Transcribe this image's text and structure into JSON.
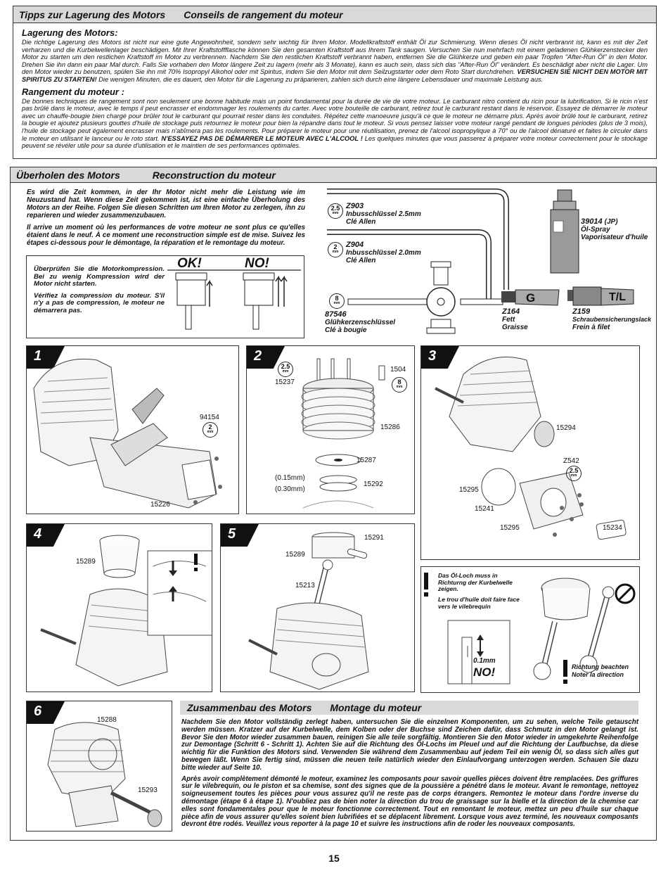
{
  "tips": {
    "title_de": "Tipps zur Lagerung des Motors",
    "title_fr": "Conseils de rangement du moteur",
    "de_heading": "Lagerung des Motors:",
    "de_text": "Die richtige Lagerung des Motors ist nicht nur eine gute Angewohnheit, sondern sehr wichtig für Ihren Motor. Modellkraftstoff enthält Öl zur Schmierung. Wenn dieses Öl nicht verbrannt ist, kann es mit der Zeit verharzen und die Kurbelwellenlager beschädigen. Mit Ihrer Kraftstoffflasche können Sie den gesamten Kraftstoff aus Ihrem Tank saugen. Versuchen Sie nun mehrfach mit einem geladenen Glühkerzenstecker den Motor zu starten um den restlichen Kraftstoff im Motor zu verbrennen. Nachdem Sie den restlichen Kraftstoff verbrannt haben, entfernen Sie die Glühkerze und geben ein paar Tropfen \"After-Run Öl\" in den Motor. Drehen Sie ihn dann ein paar Mal durch. Falls Sie vorhaben den Motor längere Zeit zu lagern (mehr als 3 Monate), kann es auch sein, dass sich das \"After-Run Öl\" verändert. Es beschädigt aber nicht die Lager. Um den Motor wieder zu benutzen, spülen Sie ihn mit 70% Isopropyl Alkohol oder mit Spiritus, indem Sie den Motor mit dem Seilzugstarter oder dem Roto Start durchdrehen.",
    "de_bold": "VERSUCHEN SIE NICHT DEN MOTOR MIT SPIRITUS ZU STARTEN!",
    "de_tail": "Die wenigen Minuten, die es dauert, den Motor für die Lagerung zu präparieren, zahlen sich durch eine längere Lebensdauer und maximale Leistung aus.",
    "fr_heading": "Rangement du moteur :",
    "fr_text": "De bonnes techniques de rangement sont non seulement une bonne habitude mais un point fondamental pour la durée de vie de votre moteur. Le carburant nitro contient du ricin pour la lubrification. Si le ricin n'est pas brûlé dans le moteur, avec le temps il peut encrasser et endommager les roulements du carter. Avec votre bouteille de carburant, retirez tout le carburant restant dans le réservoir. Essayez de démarrer le moteur avec un chauffe-bougie bien chargé pour brûler tout le carburant qui pourrait rester dans les conduites. Répétez cette manoeuvre jusqu'à ce que le moteur ne démarre plus. Après avoir brûlé tout le carburant, retirez la bougie et ajoutez plusieurs gouttes d'huile de stockage puis retournez le moteur pour bien la répandre dans tout le moteur. Si vous pensez laisser votre moteur rangé pendant de longues périodes (plus de 3 mois), l'huile de stockage peut également encrasser mais n'abîmera pas les roulements. Pour préparer le moteur pour une réutilisation, prenez de l'alcool isopropylique à 70° ou de l'alcool dénaturé et faites le circuler dans le moteur en utilisant le lanceur ou le roto start.",
    "fr_bold": "N'ESSAYEZ PAS DE DÉMARRER LE MOTEUR AVEC L'ALCOOL !",
    "fr_tail": "Les quelques minutes que vous passerez à préparer votre moteur correctement pour le stockage peuvent se révéler utile pour sa durée d'utilisation et le maintien de ses performances optimales."
  },
  "overhaul": {
    "title_de": "Überholen des Motors",
    "title_fr": "Reconstruction du moteur",
    "intro_de": "Es wird die Zeit kommen, in der Ihr Motor nicht mehr die Leistung wie im Neuzustand hat. Wenn diese Zeit gekommen ist, ist eine einfache Überholung des Motors an der Reihe. Folgen Sie diesen Schritten um Ihren Motor zu zerlegen, ihn zu reparieren und wieder zusammenzubauen.",
    "intro_fr": "Il arrive un moment où les performances de votre moteur ne sont plus ce qu'elles étaient dans le neuf. À ce moment une reconstruction simple est de mise. Suivez les étapes ci-dessous pour le démontage, la réparation et le remontage du moteur.",
    "check_de": "Überprüfen Sie die Motorkompression. Bei zu wenig Kompression wird der Motor nicht starten.",
    "check_fr": "Vérifiez la compression du moteur. S'il n'y a pas de compression, le moteur ne démarrera pas.",
    "ok_label": "OK!",
    "no_label": "NO!"
  },
  "tools": {
    "z903_code": "Z903",
    "z903_de": "Inbusschlüssel 2.5mm",
    "z903_fr": "Clé Allen",
    "z904_code": "Z904",
    "z904_de": "Inbusschlüssel 2.0mm",
    "z904_fr": "Clé Allen",
    "t87546_code": "87546",
    "t87546_de": "Glühkerzenschlüssel",
    "t87546_fr": "Clé à bougie",
    "oil_code": "39014",
    "oil_code_suffix": "(JP)",
    "oil_de": "Öl-Spray",
    "oil_fr": "Vaporisateur d'huile",
    "z164_code": "Z164",
    "z164_de": "Fett",
    "z164_fr": "Graisse",
    "z164_tube": "G",
    "z159_code": "Z159",
    "z159_de": "Schraubensicherungslack",
    "z159_fr": "Frein à filet",
    "z159_tube": "T/L",
    "size_25": "2.5",
    "size_2": "2",
    "size_8": "8",
    "unit": "mm"
  },
  "steps": {
    "s1": {
      "num": "1",
      "parts": [
        "94154",
        "15226"
      ]
    },
    "s2": {
      "num": "2",
      "parts": [
        "15237",
        "1504",
        "15286",
        "15287",
        "(0.15mm)",
        "(0.30mm)",
        "15292"
      ]
    },
    "s3": {
      "num": "3",
      "parts": [
        "15294",
        "Z542",
        "15295",
        "15241",
        "15295",
        "15234"
      ]
    },
    "s4": {
      "num": "4",
      "parts": [
        "15289"
      ]
    },
    "s5": {
      "num": "5",
      "parts": [
        "15291",
        "15289",
        "15213"
      ]
    },
    "s6": {
      "num": "6",
      "parts": [
        "15288",
        "15293"
      ]
    }
  },
  "oilhole": {
    "de": "Das Öl-Loch muss in Richturng der Kurbelwelle zeigen.",
    "fr": "Le trou d'huile doit faire face vers le vilebrequin",
    "gap": "0.1mm",
    "no": "NO!",
    "dir_de": "Richtung beachten",
    "dir_fr": "Noter la direction"
  },
  "assembly": {
    "title_de": "Zusammenbau des Motors",
    "title_fr": "Montage du moteur",
    "text_de": "Nachdem Sie den Motor vollständig zerlegt haben, untersuchen Sie die einzelnen Komponenten, um zu sehen, welche Teile getauscht werden müssen. Kratzer auf der Kurbelwelle, dem Kolben oder der Buchse sind Zeichen dafür, dass Schmutz in den Motor gelangt ist. Bevor Sie den Motor wieder zusammen bauen, reinigen Sie alle teile sorgfältig. Montieren Sie den Motor wieder in umgekehrte Reihenfolge zur Demontage (Schritt 6 - Schritt 1). Achten Sie auf die Richtung des Öl-Lochs im Pleuel und auf die Richtung der Laufbuchse, da diese wichtig für die Funktion des Motors sind. Verwenden Sie während dem Zusammenbau auf jedem Teil ein wenig Öl, so dass sich alles gut bewegen läßt. Wenn Sie fertig sind, müssen die neuen teile natürlich wieder den Einlaufvorgang unterzogen werden. Schauen Sie dazu bitte wieder auf Seite 10.",
    "text_fr": "Après avoir complètement démonté le moteur, examinez les composants pour savoir quelles pièces doivent être remplacées. Des griffures sur le vilebrequin, ou le piston et sa chemise, sont des signes que de la poussière a pénétré dans le moteur. Avant le remontage, nettoyez soigneusement toutes les pièces pour vous assurez qu'il ne reste pas de corps étrangers. Remontez le moteur dans l'ordre inverse du démontage (étape 6 à étape 1). N'oubliez pas de bien noter la direction du trou de graissage sur la bielle et la direction de la chemise car elles sont fondamentales pour que le moteur fonctionne correctement. Tout en remontant le moteur, mettez un peu d'huile sur chaque pièce afin de vous assurer qu'elles soient bien lubrifiées et se déplacent librement. Lorsque vous avez terminé, les nouveaux composants devront être rodés. Veuillez vous reporter à la page 10 et suivre les instructions afin de roder les nouveaux composants."
  },
  "page_number": "15"
}
